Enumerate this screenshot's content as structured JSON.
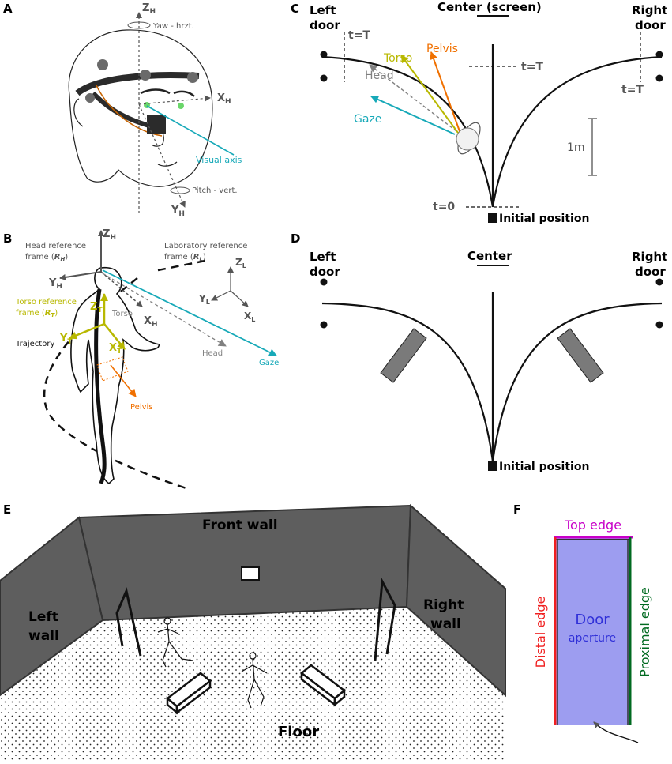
{
  "colors": {
    "gaze": "#17a9b8",
    "head": "#808080",
    "torso": "#b8b800",
    "pelvis": "#f07000",
    "wall": "#5e5e5e",
    "obstacle": "#7a7a7a",
    "door_fill": "#9d9df0",
    "door_text": "#3030d8",
    "top_edge": "#c800c8",
    "distal_edge": "#f02020",
    "proximal_edge": "#006a20"
  },
  "panelA": {
    "letter": "A",
    "z_axis": "Z",
    "x_axis": "X",
    "y_axis": "Y",
    "axis_sub": "H",
    "yaw": "Yaw - hrzt.",
    "pitch": "Pitch - vert.",
    "visual_axis": "Visual axis"
  },
  "panelB": {
    "letter": "B",
    "z_axis": "Z",
    "y_axis": "Y",
    "x_axis": "X",
    "sub_h": "H",
    "sub_l": "L",
    "sub_t": "T",
    "head_frame_1": "Head reference",
    "head_frame_2": "frame (",
    "head_frame_sym": "R",
    "head_frame_close": ")",
    "lab_frame_1": "Laboratory reference",
    "lab_frame_2": "frame (",
    "lab_frame_sym": "R",
    "lab_frame_close": ")",
    "torso_frame_1": "Torso reference",
    "torso_frame_2": "frame (",
    "torso_frame_sym": "R",
    "torso_frame_close": ")",
    "torso": "Torso",
    "trajectory": "Trajectory",
    "head": "Head",
    "gaze": "Gaze",
    "pelvis": "Pelvis"
  },
  "panelC": {
    "letter": "C",
    "center": "Center (screen)",
    "left_door_1": "Left",
    "left_door_2": "door",
    "right_door_1": "Right",
    "right_door_2": "door",
    "t_T": "t=T",
    "t_0": "t=0",
    "torso": "Torso",
    "pelvis": "Pelvis",
    "head": "Head",
    "gaze": "Gaze",
    "scale": "1m",
    "initial": "Initial position"
  },
  "panelD": {
    "letter": "D",
    "center": "Center",
    "left_door_1": "Left",
    "left_door_2": "door",
    "right_door_1": "Right",
    "right_door_2": "door",
    "initial": "Initial position"
  },
  "panelE": {
    "letter": "E",
    "front_wall": "Front wall",
    "left_wall_1": "Left",
    "left_wall_2": "wall",
    "right_wall_1": "Right",
    "right_wall_2": "wall",
    "floor": "Floor"
  },
  "panelF": {
    "letter": "F",
    "top_edge": "Top edge",
    "distal_edge": "Distal edge",
    "proximal_edge": "Proximal edge",
    "door": "Door",
    "aperture": "aperture"
  }
}
